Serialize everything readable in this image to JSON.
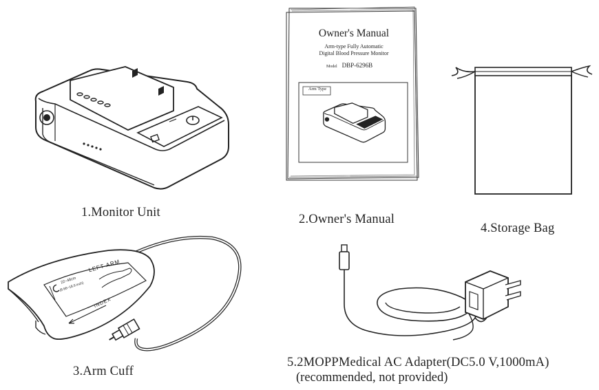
{
  "items": [
    {
      "caption": "1.Monitor Unit",
      "icon": "monitor-unit"
    },
    {
      "caption": "2.Owner's Manual",
      "icon": "owners-manual"
    },
    {
      "caption": "3.Arm Cuff",
      "icon": "arm-cuff"
    },
    {
      "caption": "4.Storage Bag",
      "icon": "storage-bag"
    },
    {
      "caption": "5.2MOPPMedical AC Adapter(DC5.0 V,1000mA)",
      "icon": "ac-adapter",
      "note": "(recommended, not provided)"
    }
  ],
  "manual": {
    "title": "Owner's Manual",
    "subtitle_line1": "Arm-type Fully Automatic",
    "subtitle_line2": "Digital Blood Pressure Monitor",
    "model_label": "Model",
    "model_number": "DBP-6296B",
    "box_label": "Arm Type"
  },
  "cuff": {
    "label_left_arm": "LEFT ARM",
    "label_index": "INDEX",
    "label_size": "22~48cm",
    "label_size_in": "(8.66~18.9 inch)"
  }
}
